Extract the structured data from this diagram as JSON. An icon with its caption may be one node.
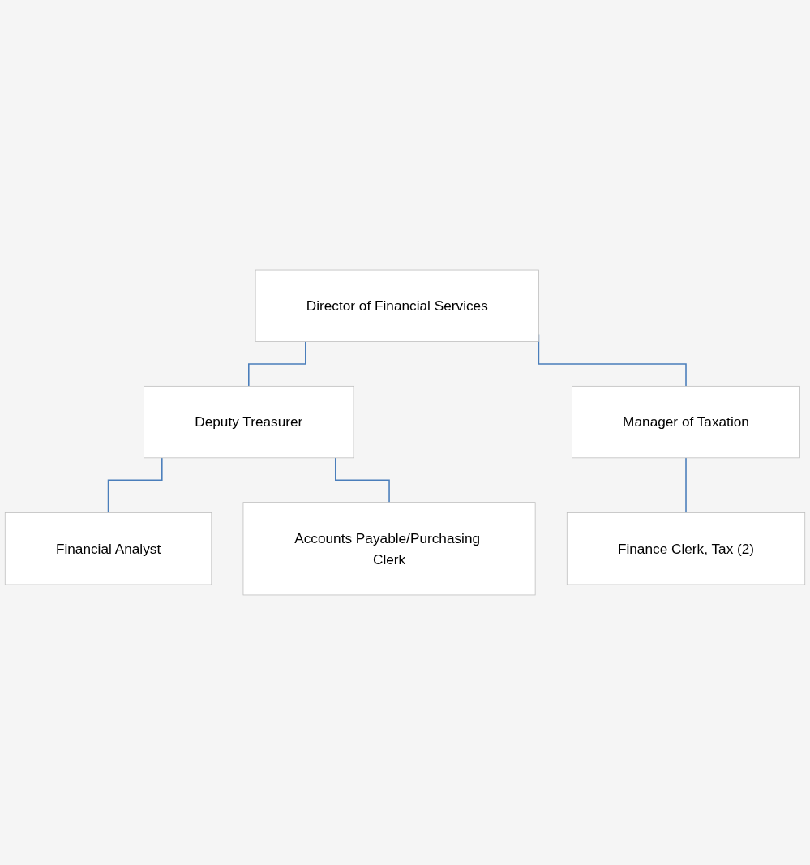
{
  "diagram": {
    "nodes": [
      {
        "text": [
          "Director of Financial Services"
        ]
      },
      {
        "text": [
          "Deputy Treasurer"
        ]
      },
      {
        "text": [
          "Manager of Taxation"
        ]
      },
      {
        "text": [
          "Financial Analyst"
        ]
      },
      {
        "text": [
          "Accounts Payable/Purchasing Clerk"
        ]
      },
      {
        "text": [
          "Finance Clerk, Tax (2)"
        ]
      }
    ],
    "edges": [
      {
        "from": 0,
        "to": 1,
        "arrow": "none"
      },
      {
        "from": 0,
        "to": 2,
        "arrow": "none"
      },
      {
        "from": 1,
        "to": 3,
        "arrow": "none"
      },
      {
        "from": 1,
        "to": 4,
        "arrow": "none"
      },
      {
        "from": 2,
        "to": 5,
        "arrow": "none"
      }
    ]
  }
}
